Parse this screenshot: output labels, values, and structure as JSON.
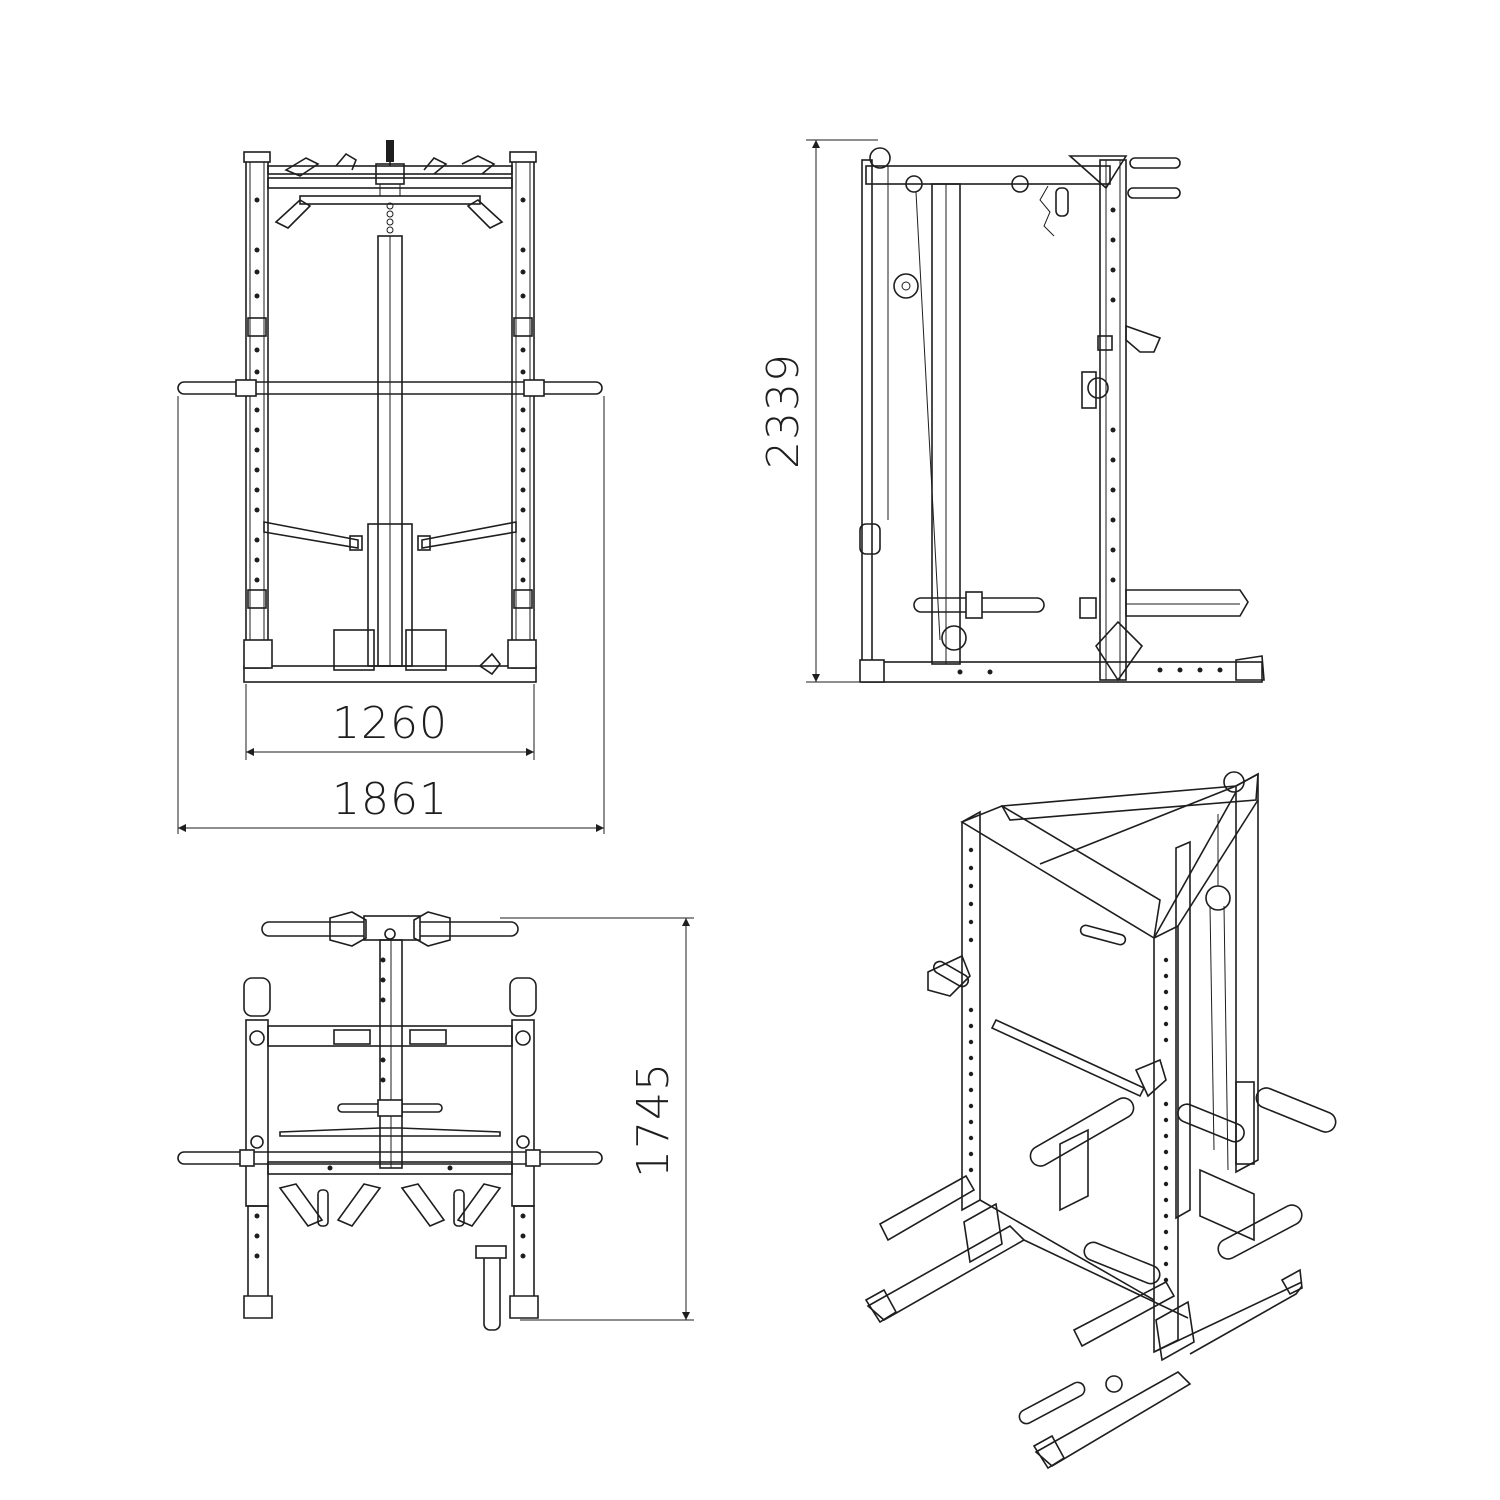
{
  "drawing": {
    "line_color": "#1e1e1e",
    "background": "#ffffff"
  },
  "dimensions": {
    "front_inner_width": "1260",
    "front_overall_width": "1861",
    "side_height": "2339",
    "top_depth": "1745"
  }
}
